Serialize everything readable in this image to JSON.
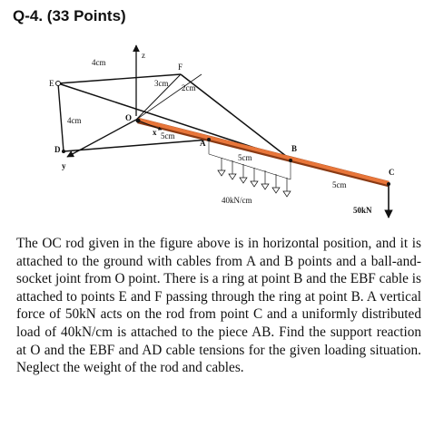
{
  "heading": "Q-4. (33 Points)",
  "figure": {
    "labels": {
      "z": "z",
      "x": "x",
      "y": "y",
      "E": "E",
      "F": "F",
      "O": "O",
      "D": "D",
      "A": "A",
      "B": "B",
      "C": "C",
      "dim_EF": "4cm",
      "dim_OF": "3cm",
      "dim_F": "2cm",
      "dim_ED": "4cm",
      "dim_OA": "5cm",
      "dim_AB": "5cm",
      "dim_BC": "5cm",
      "load_dist": "40kN/cm",
      "load_point": "50kN"
    }
  },
  "problem_text": "The OC rod given in the figure above is in horizontal position, and it is attached to the ground with cables from A and B points and a ball-and-socket joint from O point. There is a ring at point B and the EBF cable is attached to points E and F passing through the ring at point B. A vertical force of 50kN acts on the rod from point C and a uniformly distributed load of 40kN/cm is attached to the piece AB. Find the support reaction at O and the EBF and AD cable tensions for the given loading situation. Neglect the weight of the rod and cables."
}
